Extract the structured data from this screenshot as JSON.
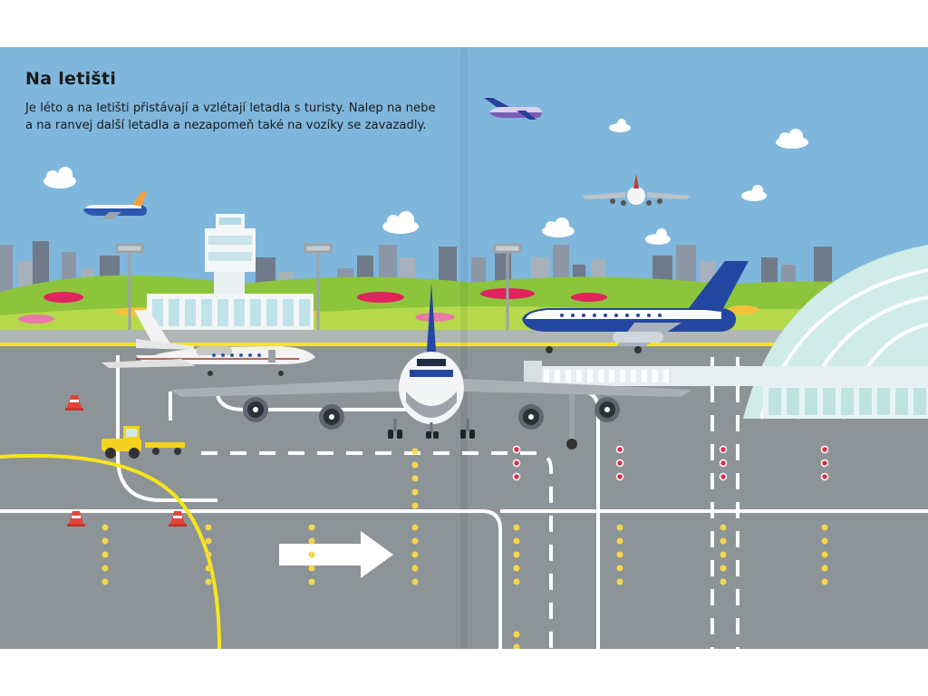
{
  "page": {
    "title": "Na letišti",
    "paragraph_lines": [
      "Je léto a na letišti přistávají a vzlétají letadla s turisty. Nalep na nebe",
      "a na ranvej další letadla a nezapomeň také na vozíky se zavazadly."
    ]
  },
  "scene": {
    "illustrated_items": [
      "sky",
      "clouds",
      "city-skyline",
      "flower-hills",
      "control-tower",
      "terminal-building",
      "floodlights",
      "private-jet",
      "jumbo-jet",
      "blue-airliner",
      "dome-terminal",
      "jet-bridge",
      "baggage-tractor",
      "traffic-cones",
      "runway",
      "taxiway-lights",
      "direction-arrow"
    ],
    "colors": {
      "sky": "#7fb6dc",
      "tarmac": "#8d9497",
      "apron_stripe": "#b0b5b6",
      "yellow_line": "#f6e61c",
      "white_marking": "#ffffff",
      "hills": "#8cc43c",
      "airliner_blue": "#2346a0",
      "page_gutter": "#6fa6cd"
    }
  }
}
